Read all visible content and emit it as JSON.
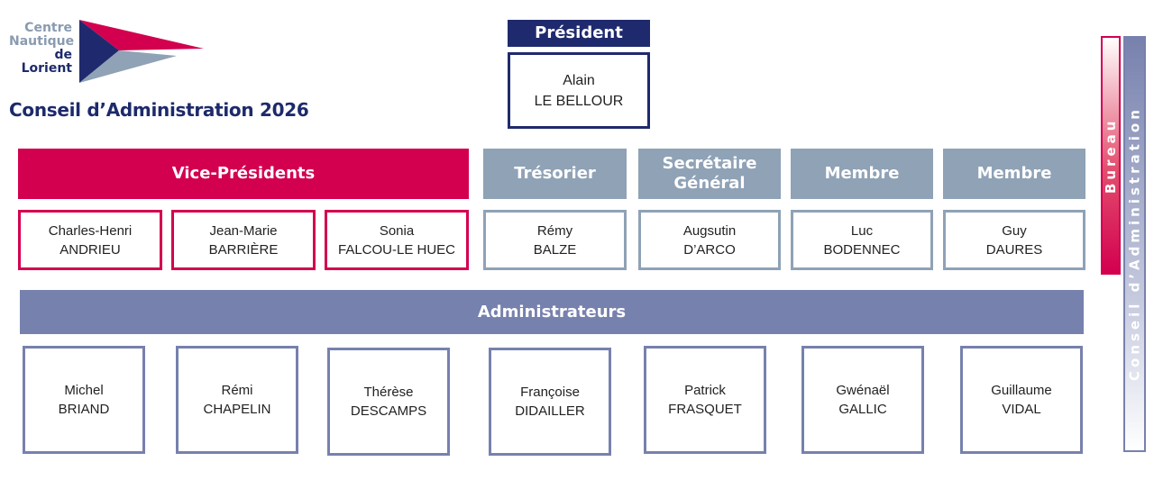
{
  "logo": {
    "line1": "Centre",
    "line2": "Nautique",
    "line3": "de Lorient"
  },
  "page_title": "Conseil d’Administration 2026",
  "president": {
    "header": "Président",
    "name": "Alain\nLE BELLOUR"
  },
  "vice_presidents": {
    "header": "Vice-Présidents",
    "members": [
      "Charles-Henri\nANDRIEU",
      "Jean-Marie\nBARRIÈRE",
      "Sonia\nFALCOU-LE HUEC"
    ]
  },
  "bureau_roles": [
    {
      "header": "Trésorier",
      "name": "Rémy\nBALZE"
    },
    {
      "header": "Secrétaire\nGénéral",
      "name": "Augsutin\nD’ARCO"
    },
    {
      "header": "Membre",
      "name": "Luc\nBODENNEC"
    },
    {
      "header": "Membre",
      "name": "Guy\nDAURES"
    }
  ],
  "administrators": {
    "header": "Administrateurs",
    "members": [
      "Michel\nBRIAND",
      "Rémi\nCHAPELIN",
      "Thérèse\nDESCAMPS",
      "Françoise\nDIDAILLER",
      "Patrick\nFRASQUET",
      "Gwénaël\nGALLIC",
      "Guillaume\nVIDAL"
    ]
  },
  "side_labels": {
    "bureau": "Bureau",
    "conseil": "Conseil d’Administration"
  },
  "colors": {
    "navy": "#1f2a6e",
    "red": "#d3004f",
    "grey": "#8fa2b6",
    "lavender": "#7781ad"
  }
}
